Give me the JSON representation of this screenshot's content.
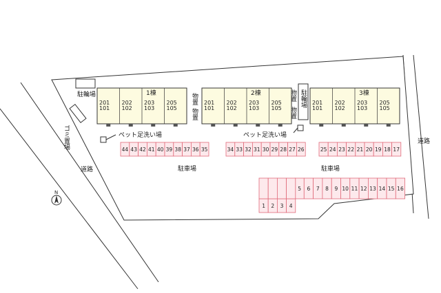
{
  "site": {
    "parking_label": "駐車場",
    "road_label": "道路",
    "bicycle_label": "駐輪場",
    "garbage_label": "ゴミ置場",
    "storage_label": "物置",
    "pet_wash_label": "ペット足洗い場",
    "north_label": "N"
  },
  "buildings": [
    {
      "name": "1棟",
      "upper": [
        "201",
        "202",
        "203",
        "205"
      ],
      "lower": [
        "101",
        "102",
        "103",
        "105"
      ]
    },
    {
      "name": "2棟",
      "upper": [
        "201",
        "202",
        "203",
        "205"
      ],
      "lower": [
        "101",
        "102",
        "103",
        "105"
      ]
    },
    {
      "name": "3棟",
      "upper": [
        "201",
        "202",
        "203",
        "205"
      ],
      "lower": [
        "101",
        "102",
        "103",
        "105"
      ]
    }
  ],
  "parking": {
    "row_a": [
      "44",
      "43",
      "42",
      "41",
      "40",
      "39",
      "38",
      "37",
      "36",
      "35"
    ],
    "row_b": [
      "34",
      "33",
      "32",
      "31",
      "30",
      "29",
      "28",
      "27",
      "26"
    ],
    "row_c": [
      "25",
      "24",
      "23",
      "22",
      "21",
      "20",
      "19",
      "18",
      "17"
    ],
    "row_d": [
      "5",
      "6",
      "7",
      "8",
      "9",
      "10",
      "11",
      "12",
      "13",
      "14",
      "15",
      "16"
    ],
    "row_e": [
      "1",
      "2",
      "3",
      "4"
    ]
  },
  "colors": {
    "building_fill": "#fdfbe0",
    "slot_fill": "#fde9ec",
    "slot_stroke": "#e06a7a",
    "line": "#333333"
  }
}
